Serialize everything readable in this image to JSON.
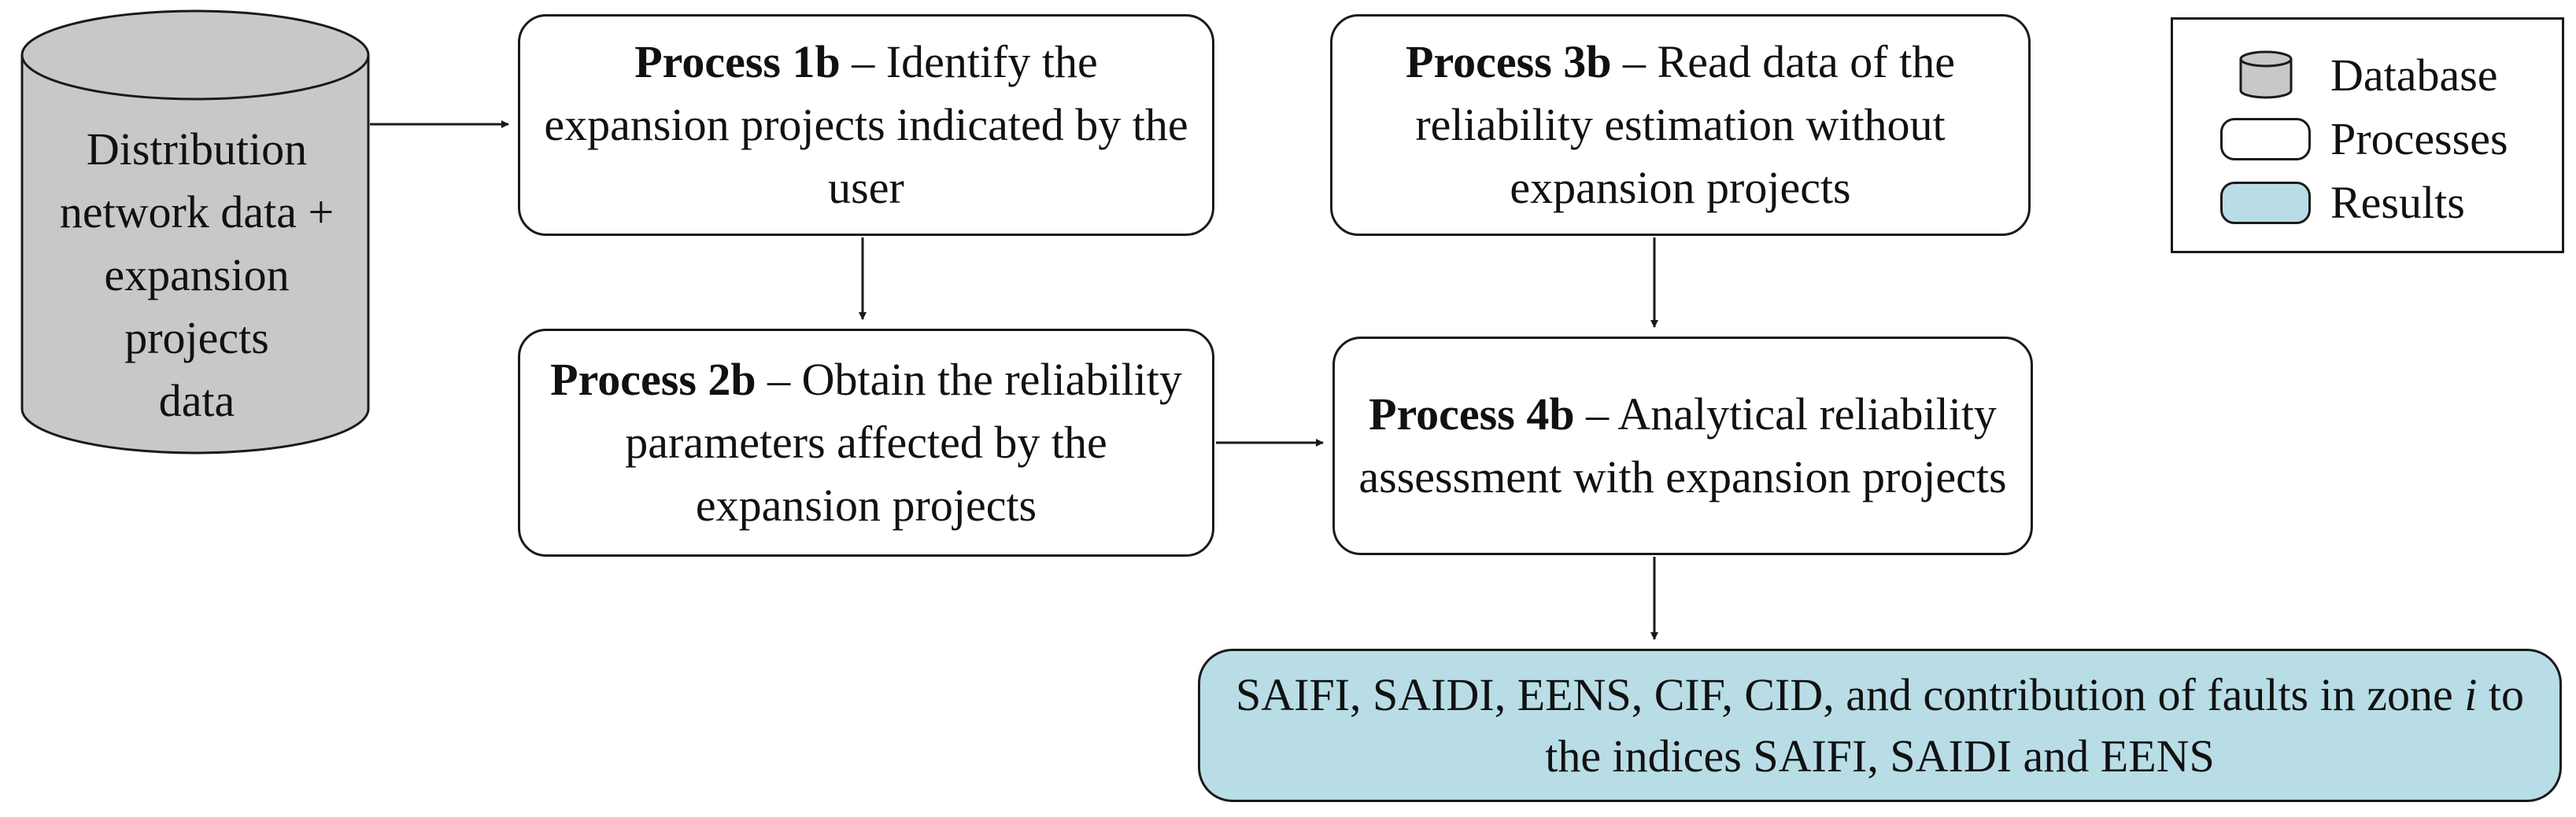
{
  "database": {
    "label_lines": [
      "Distribution",
      "network data +",
      "expansion",
      "projects",
      "data"
    ]
  },
  "process1": {
    "title": "Process 1b",
    "text": " – Identify the expansion projects indicated by the user"
  },
  "process2": {
    "title": "Process 2b",
    "text": " – Obtain the reliability parameters affected by the expansion projects"
  },
  "process3": {
    "title": "Process 3b",
    "text": " – Read data of the reliability estimation without expansion projects"
  },
  "process4": {
    "title": "Process 4b",
    "text": " – Analytical reliability assessment with expansion projects"
  },
  "result": {
    "text_before": "SAIFI, SAIDI, EENS, CIF, CID, and contribution of faults in zone ",
    "italic_var": "i",
    "text_after": " to the indices SAIFI, SAIDI and EENS"
  },
  "legend": {
    "database": "Database",
    "processes": "Processes",
    "results": "Results"
  },
  "colors": {
    "database_fill": "#c8c8c8",
    "result_fill": "#b8dde6",
    "stroke": "#1a1a1a"
  }
}
